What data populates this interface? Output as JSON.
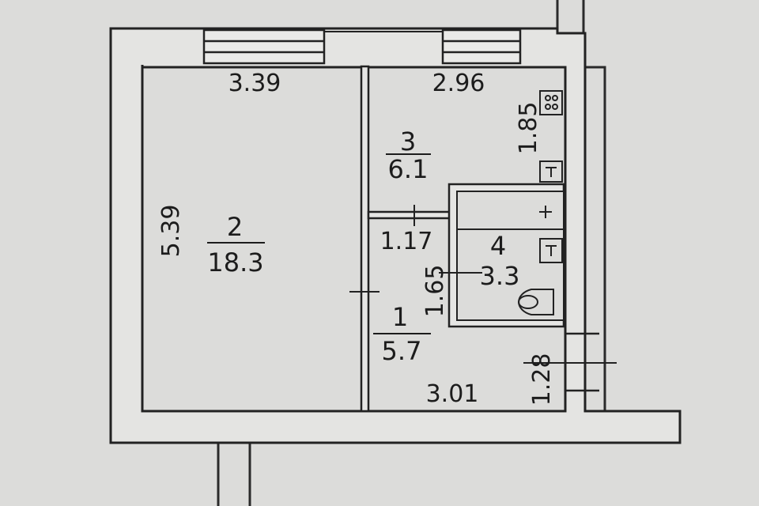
{
  "rooms": [
    {
      "number": "2",
      "area": "18.3"
    },
    {
      "number": "3",
      "area": "6.1"
    },
    {
      "number": "1",
      "area": "5.7"
    },
    {
      "number": "4",
      "area": "3.3"
    }
  ],
  "dimensions": {
    "room2_width": "3.39",
    "room2_height": "5.39",
    "room3_width": "2.96",
    "room3_height": "1.85",
    "hall_width_top": "1.17",
    "hall_height": "1.65",
    "hall_width_bottom": "3.01",
    "entry_width": "1.28"
  },
  "colors": {
    "paper": "#dcdcda",
    "wall_fill": "#e4e4e2",
    "ink": "#1c1c1c"
  },
  "icons": [
    "stove-icon",
    "socket-icon",
    "bathtub-icon",
    "toilet-icon"
  ]
}
